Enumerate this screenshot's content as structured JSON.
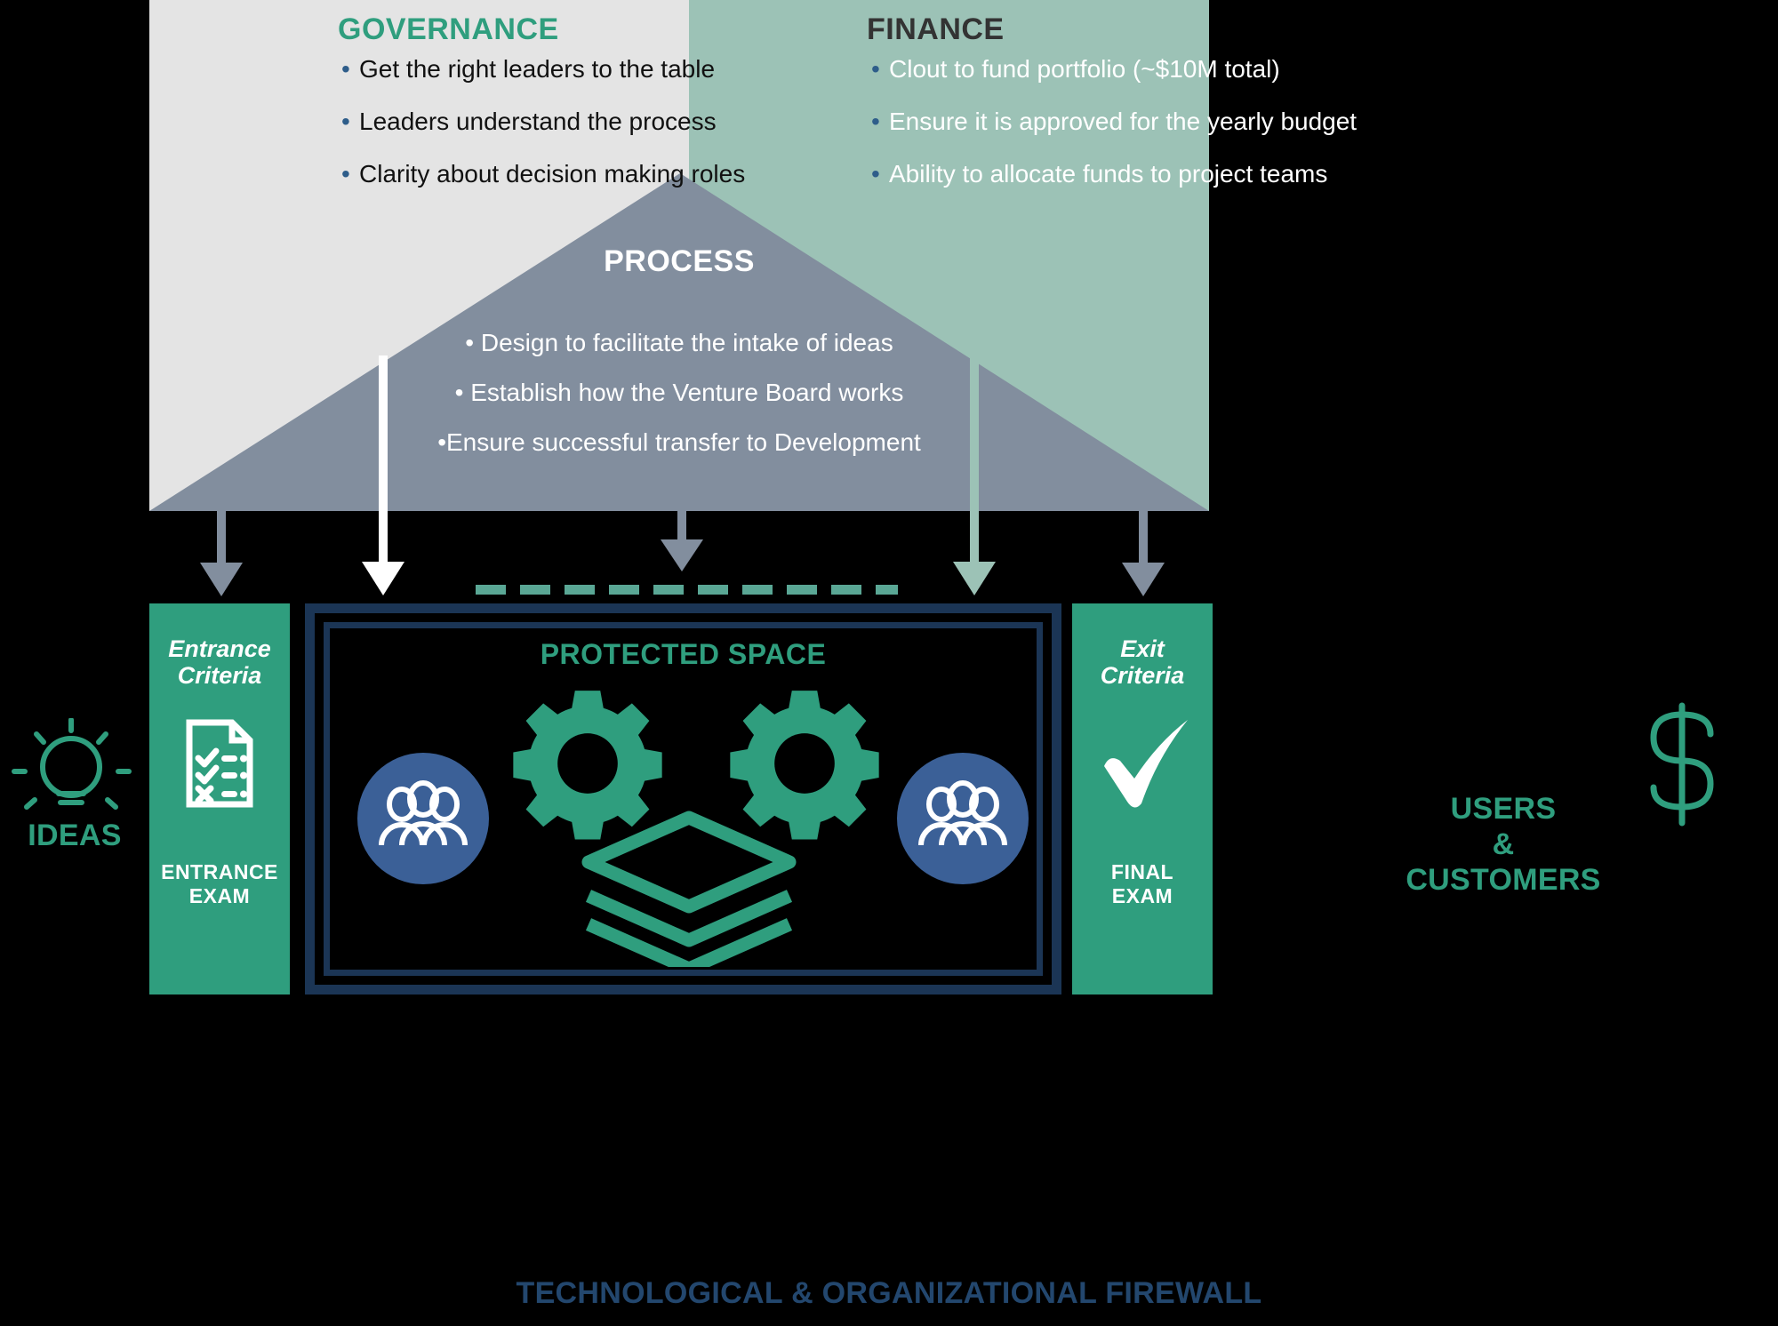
{
  "colors": {
    "green": "#2f9e7e",
    "light_green_panel": "#9cc2b6",
    "gray_panel": "#e4e4e4",
    "slate": "#828e9e",
    "navy": "#1b3555",
    "firewall_text": "#23476e",
    "blue_circle": "#3b6097",
    "bullet_blue": "#2e5d8a",
    "background": "#000000"
  },
  "roof": {
    "governance": {
      "title": "GOVERNANCE",
      "bullets": [
        "Get the right leaders to the table",
        "Leaders understand the process",
        "Clarity about decision making roles"
      ]
    },
    "finance": {
      "title": "FINANCE",
      "bullets": [
        "Clout to fund portfolio (~$10M total)",
        "Ensure it is approved for the yearly budget",
        "Ability to allocate funds to project teams"
      ]
    },
    "process": {
      "title": "PROCESS",
      "bullets": [
        "• Design to facilitate the intake of ideas",
        "• Establish how the Venture Board works",
        "•Ensure successful transfer to Development"
      ]
    }
  },
  "bottom": {
    "entrance": {
      "title_line1": "Entrance",
      "title_line2": "Criteria",
      "sub_line1": "ENTRANCE",
      "sub_line2": "EXAM",
      "icon": "checklist-document-icon"
    },
    "exit": {
      "title_line1": "Exit",
      "title_line2": "Criteria",
      "sub_line1": "FINAL",
      "sub_line2": "EXAM",
      "icon": "checkmark-icon"
    },
    "protected_space": {
      "title": "PROTECTED SPACE",
      "icons": [
        "people-group-icon",
        "gear-icon",
        "gear-icon",
        "layers-icon",
        "people-group-icon"
      ]
    },
    "firewall_label": "TECHNOLOGICAL & ORGANIZATIONAL FIREWALL"
  },
  "sides": {
    "left": {
      "label": "IDEAS",
      "icon": "lightbulb-icon"
    },
    "right": {
      "label_line1": "USERS",
      "label_line2": "&",
      "label_line3": "CUSTOMERS",
      "icon": "dollar-sign-icon"
    }
  },
  "arrows": [
    {
      "name": "arrow-governance-left",
      "color": "#828e9e"
    },
    {
      "name": "arrow-governance-right",
      "color": "#ffffff"
    },
    {
      "name": "arrow-process-center",
      "color": "#828e9e"
    },
    {
      "name": "arrow-finance-left",
      "color": "#9cc2b6"
    },
    {
      "name": "arrow-finance-right",
      "color": "#828e9e"
    }
  ]
}
